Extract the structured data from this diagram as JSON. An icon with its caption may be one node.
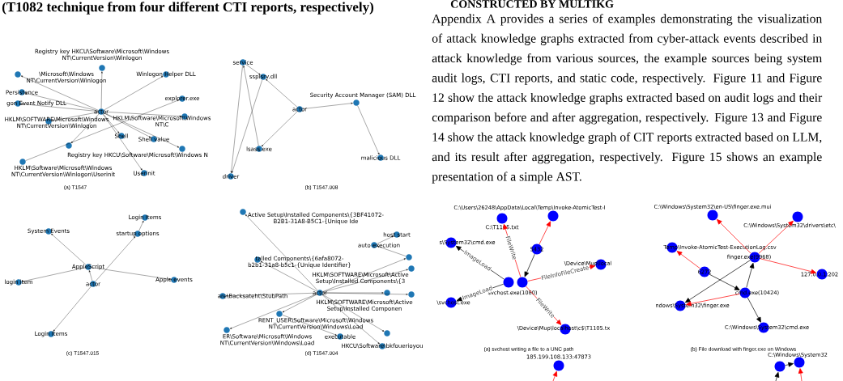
{
  "diagram": {
    "title": "CONSTRUCTED BY MULTIKG",
    "nodes": [
      {
        "text": [
          "Registry key HKCU\\Software\\Microsoft\\Windows NT\\CurrentVersion\\Winlogon"
        ]
      },
      {
        "text": [
          "\\Microsoft\\Windows NT\\CurrentVersion\\Winlogon"
        ]
      },
      {
        "text": [
          "Winlogon Helper DLL"
        ]
      },
      {
        "text": [
          "Persistence"
        ]
      },
      {
        "text": [
          "gon Event Notify DLL"
        ]
      },
      {
        "text": [
          "HKLM\\SOFTWARE\\Microsoft\\Windows NT\\CurrentVersion\\Winlogon"
        ]
      },
      {
        "text": [
          "actor"
        ]
      },
      {
        "text": [
          "explorer.exe"
        ]
      },
      {
        "text": [
          "HKLM\\Software\\Microsoft\\Windows NT\\C"
        ]
      },
      {
        "text": [
          "Shell"
        ]
      },
      {
        "text": [
          "Shell value"
        ]
      },
      {
        "text": [
          "Registry key HKCU\\Software\\Microsoft\\Windows N"
        ]
      },
      {
        "text": [
          "HKLM\\Software\\Microsoft\\Windows NT\\CurrentVersion\\Winlogon\\Userinit"
        ]
      },
      {
        "text": [],
        "shape": "circle"
      },
      {
        "text": [
          "Userinit"
        ]
      },
      {
        "text": [
          "service"
        ]
      },
      {
        "text": [
          "sspisrv.dll"
        ]
      },
      {
        "text": [
          "actor"
        ]
      },
      {
        "text": [
          "Security Account Manager (SAM) DLL"
        ]
      },
      {
        "text": [
          "lsass.exe"
        ]
      },
      {
        "text": [
          "malicious DLL"
        ]
      },
      {
        "text": [
          "driver"
        ]
      },
      {
        "text": [
          "Login Items"
        ]
      },
      {
        "text": [
          "startup options"
        ]
      },
      {
        "text": [
          "System Events"
        ]
      },
      {
        "text": [
          "AppleScript"
        ]
      },
      {
        "text": [
          "login item"
        ]
      },
      {
        "text": [
          "actor"
        ]
      },
      {
        "text": [
          "Apple events"
        ]
      },
      {
        "text": [
          "Login Items"
        ]
      },
      {
        "text": [
          "Active Setup\\Installed Components\\{3BF41072-B2B1-31A8-B5C1-{Unique Ide"
        ]
      },
      {
        "text": [
          "host start"
        ]
      },
      {
        "text": [
          "auto execution"
        ]
      },
      {
        "text": [],
        "shape": "circle"
      },
      {
        "text": [
          "talled Components\\{6afa8072-b2b1-31a8-b5c1-{Unique Identifier}"
        ]
      },
      {
        "text": [
          "HKLM\\SOFTWARE\\Microsoft\\Active Setup\\Installed Components\\{3"
        ]
      },
      {
        "text": [
          "actor"
        ]
      },
      {
        "text": [
          "are\\Backsateht\\StubPath"
        ]
      },
      {
        "text": [],
        "shape": "circle"
      },
      {
        "text": [
          "HKLM\\SOFTWARE\\Microsoft\\Active Setup\\Installed Componen"
        ]
      },
      {
        "text": [
          "RENT_USER\\Software\\Microsoft\\Windows NT\\CurrentVersion\\Windows\\Load"
        ]
      },
      {
        "text": [
          "ER\\Software\\Microsoft\\Windows NT\\CurrentVersion\\Windows\\Load"
        ]
      },
      {
        "text": [
          "executable"
        ]
      },
      {
        "text": [
          "HKCU\\Software\\bkfouerioyou"
        ]
      },
      {
        "text": [],
        "shape": "circle"
      },
      {
        "text": [
          "C:\\Users\\26248\\AppData\\Local\\Temp\\Invoke-AtomicTest-I"
        ]
      },
      {
        "text": [
          "C:\\T1105.txt"
        ]
      },
      {
        "text": [
          "s\\System32\\cmd.exe"
        ]
      },
      {
        "text": [
          "5432"
        ]
      },
      {
        "text": [
          "\\Device\\Mup\\local"
        ]
      },
      {
        "text": [
          "svchost.exe(1080)"
        ]
      },
      {
        "text": [],
        "shape": "circle"
      },
      {
        "text": [
          "\\svchost.exe"
        ]
      },
      {
        "text": [
          "\\Device\\Mup\\localhost\\c$\\T1105.tx"
        ]
      },
      {
        "text": [
          "185.199.108.133:47873"
        ]
      },
      {
        "text": [
          "C:\\Windows\\System32\\en-US\\finger.exe.mui"
        ]
      },
      {
        "text": [
          "C:\\Windows\\System32\\drivers\\etc\\"
        ]
      },
      {
        "text": [
          "Temp\\Invoke-AtomicTest-ExecutionLog.csv"
        ]
      },
      {
        "text": [
          "finger.exe(9968)"
        ]
      },
      {
        "text": [
          "6272"
        ]
      },
      {
        "text": [
          "127.0.0.1:202"
        ]
      },
      {
        "text": [
          "cmd.exe(10424)"
        ]
      },
      {
        "text": [
          "ndows\\System32\\finger.exe"
        ]
      },
      {
        "text": [
          "C:\\Windows\\System32\\cmd.exe"
        ]
      },
      {
        "text": [],
        "shape": "circle"
      },
      {
        "text": [
          "C:\\Windows\\System32"
        ]
      }
    ],
    "edges": [
      {
        "from": 6,
        "to": 0,
        "arrow": "to"
      },
      {
        "from": 6,
        "to": 1,
        "arrow": "to"
      },
      {
        "from": 6,
        "to": 2,
        "arrow": "to"
      },
      {
        "from": 6,
        "to": 3,
        "arrow": "to"
      },
      {
        "from": 6,
        "to": 4,
        "arrow": "to"
      },
      {
        "from": 6,
        "to": 5,
        "arrow": "to"
      },
      {
        "from": 6,
        "to": 8,
        "arrow": "to"
      },
      {
        "from": 6,
        "to": 9,
        "arrow": "to"
      },
      {
        "from": 6,
        "to": 10,
        "arrow": "to"
      },
      {
        "from": 6,
        "to": 11,
        "arrow": "to"
      },
      {
        "from": 6,
        "to": 13,
        "arrow": "to"
      },
      {
        "from": 6,
        "to": 14,
        "arrow": "to"
      },
      {
        "from": 12,
        "to": 7,
        "arrow": "to"
      },
      {
        "from": 17,
        "to": 16,
        "arrow": "to"
      },
      {
        "from": 17,
        "to": 18,
        "arrow": "to"
      },
      {
        "from": 17,
        "to": 19,
        "arrow": "to"
      },
      {
        "from": 18,
        "to": 20,
        "arrow": "to"
      },
      {
        "from": 15,
        "to": 16,
        "arrow": "to"
      },
      {
        "from": 15,
        "to": 21,
        "arrow": "to"
      },
      {
        "from": 16,
        "to": 21,
        "arrow": "to"
      },
      {
        "from": 19,
        "to": 15,
        "arrow": "to"
      },
      {
        "from": 27,
        "to": 25,
        "arrow": "to"
      },
      {
        "from": 25,
        "to": 24,
        "arrow": "to"
      },
      {
        "from": 25,
        "to": 26,
        "arrow": "to"
      },
      {
        "from": 25,
        "to": 28,
        "arrow": "to"
      },
      {
        "from": 27,
        "to": 23,
        "arrow": "to"
      },
      {
        "from": 23,
        "to": 22,
        "arrow": "to"
      },
      {
        "from": 27,
        "to": 29,
        "arrow": "to"
      },
      {
        "from": 36,
        "to": 30,
        "arrow": "to"
      },
      {
        "from": 36,
        "to": 33,
        "arrow": "to"
      },
      {
        "from": 33,
        "to": 32,
        "arrow": "to"
      },
      {
        "from": 32,
        "to": 31,
        "arrow": "to"
      },
      {
        "from": 36,
        "to": 34,
        "arrow": "to"
      },
      {
        "from": 36,
        "to": 35,
        "arrow": "to"
      },
      {
        "from": 36,
        "to": 37,
        "arrow": "to"
      },
      {
        "from": 36,
        "to": 38,
        "arrow": "to"
      },
      {
        "from": 36,
        "to": 39,
        "arrow": "to"
      },
      {
        "from": 36,
        "to": 40,
        "arrow": "to"
      },
      {
        "from": 36,
        "to": 41,
        "arrow": "to"
      },
      {
        "from": 40,
        "to": 42,
        "arrow": "to"
      },
      {
        "from": 36,
        "to": 43,
        "arrow": "to"
      },
      {
        "from": 36,
        "to": 44,
        "arrow": "to"
      },
      {
        "from": 51,
        "to": 46,
        "arrow": "to",
        "label": "FileWrite",
        "color": "#ff0000"
      },
      {
        "from": 50,
        "to": 47,
        "arrow": "to",
        "label": "ImageLoad"
      },
      {
        "from": 48,
        "to": 45,
        "arrow": "to",
        "color": "#ff0000"
      },
      {
        "from": 48,
        "to": 51,
        "arrow": "to"
      },
      {
        "from": 51,
        "to": 49,
        "arrow": "to",
        "label": "FileInfoFileCreate",
        "color": "#ff0000"
      },
      {
        "from": 50,
        "to": 52,
        "arrow": "to",
        "label": "ImageLoad"
      },
      {
        "from": 51,
        "to": 53,
        "arrow": "to",
        "label": "FileWrite",
        "color": "#ff0000"
      },
      {
        "from": null,
        "to": 54,
        "arrow": "to",
        "color": "#ff0000"
      },
      {
        "from": 58,
        "to": 55,
        "arrow": "to",
        "color": "#ff0000"
      },
      {
        "from": 58,
        "to": 56,
        "arrow": "to",
        "color": "#ff0000"
      },
      {
        "from": 58,
        "to": 60,
        "arrow": "to",
        "color": "#ff0000"
      },
      {
        "from": 59,
        "to": 57,
        "arrow": "to",
        "color": "#ff0000"
      },
      {
        "from": 59,
        "to": 61,
        "arrow": "to"
      },
      {
        "from": 61,
        "to": 58,
        "arrow": "to"
      },
      {
        "from": 58,
        "to": 62,
        "arrow": "to"
      },
      {
        "from": 61,
        "to": 62,
        "arrow": "to",
        "color": "#ff0000"
      },
      {
        "from": 61,
        "to": 63,
        "arrow": "to"
      },
      {
        "from": null,
        "to": 64,
        "arrow": "to"
      },
      {
        "from": null,
        "to": 65,
        "arrow": "to",
        "color": "#ff0000"
      },
      {
        "from": 64,
        "to": 65,
        "arrow": "to"
      }
    ],
    "labels": [
      "(T1082 technique from four different CTI reports, respectively)",
      "(a) T1547",
      "(b) T1547.008",
      "(c) T1547.015",
      "(d) T1547.004",
      "Appendix A provides a series of examples demonstrating the visualization of attack knowledge graphs extracted from cyber-attack events described in attack knowledge from various sources, the example sources being system audit logs, CTI reports, and static code, respectively. Figure 11 and Figure 12 show the attack knowledge graphs extracted based on audit logs and their comparison before and after aggregation, respectively. Figure 13 and Figure 14 show the attack knowledge graph of CIT reports extracted based on LLM, and its result after aggregation, respectively. Figure 15 shows an example presentation of a simple AST.",
      "(a) svchost writing a file to a UNC path",
      "(b) File download with finger.exe on Windows"
    ]
  }
}
